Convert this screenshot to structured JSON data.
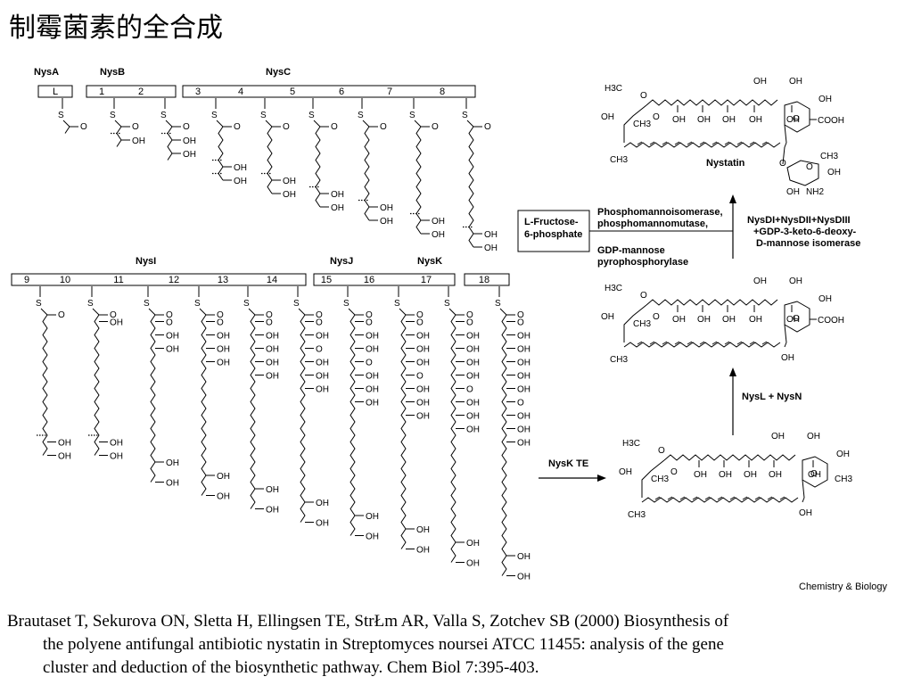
{
  "title": "制霉菌素的全合成",
  "modules": {
    "top_groups": [
      "NysA",
      "NysB",
      "NysC"
    ],
    "top_labels": [
      "L",
      "1",
      "2",
      "3",
      "4",
      "5",
      "6",
      "7",
      "8"
    ],
    "bottom_groups": [
      "NysI",
      "NysJ",
      "NysK"
    ],
    "bottom_labels": [
      "9",
      "10",
      "11",
      "12",
      "13",
      "14",
      "15",
      "16",
      "17",
      "18"
    ]
  },
  "labels": {
    "s": "S",
    "o": "O",
    "oh": "OH"
  },
  "pathway": {
    "precursor": "L-Fructose-\n6-phosphate",
    "precursor_l1": "L-Fructose-",
    "precursor_l2": "6-phosphate",
    "enzyme1_l1": "Phosphomannoisomerase,",
    "enzyme1_l2": "phosphomannomutase,",
    "enzyme2_l1": "GDP-mannose",
    "enzyme2_l2": "pyrophosphorylase",
    "enzyme3_l1": "NysDI+NysDII+NysDIII",
    "enzyme3_l2": "+GDP-3-keto-6-deoxy-",
    "enzyme3_l3": "D-mannose isomerase",
    "product": "Nystatin",
    "step_mid": "NysL + NysN",
    "step_te": "NysK TE",
    "atoms": {
      "h3c": "H3C",
      "ch3": "CH3",
      "cooh": "COOH",
      "nh2": "NH2",
      "oh": "OH",
      "o": "O"
    }
  },
  "source": "Chemistry & Biology",
  "citation": {
    "line1": "Brautaset T, Sekurova ON, Sletta H, Ellingsen TE, StrŁm AR, Valla S, Zotchev SB (2000) Biosynthesis of",
    "line2": "the polyene antifungal antibiotic nystatin in Streptomyces noursei ATCC 11455: analysis of the gene",
    "line3": "cluster and deduction of the biosynthetic pathway. Chem Biol 7:395-403."
  }
}
